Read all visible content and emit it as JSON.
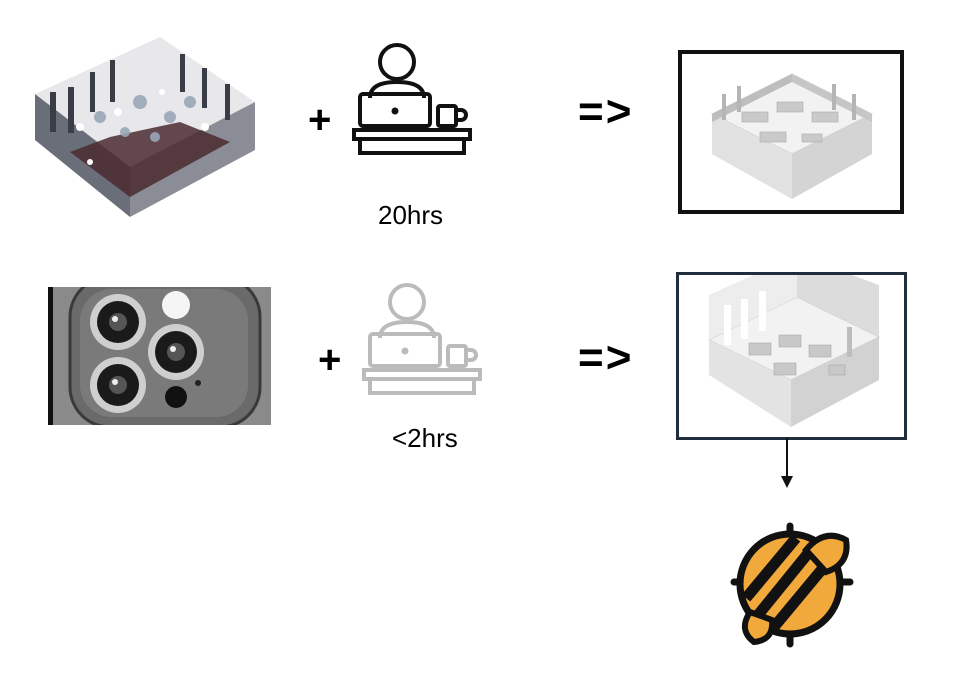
{
  "rows": [
    {
      "input": "point-cloud-scan",
      "operator": "+",
      "effort": "20hrs",
      "result_symbol": "=>",
      "frame_color": "#111111"
    },
    {
      "input": "phone-camera-lidar",
      "operator": "+",
      "effort": "<2hrs",
      "result_symbol": "=>",
      "frame_color": "#1f2d3d"
    }
  ],
  "colors": {
    "worker_dark": "#111111",
    "worker_faded": "#bbbbbb",
    "bee_yellow": "#f2a93b",
    "bee_black": "#111111"
  },
  "icons": [
    "point-cloud-icon",
    "laptop-worker-icon",
    "phone-camera-icon",
    "room-model-icon",
    "bee-logo-icon",
    "arrow-down-icon"
  ]
}
